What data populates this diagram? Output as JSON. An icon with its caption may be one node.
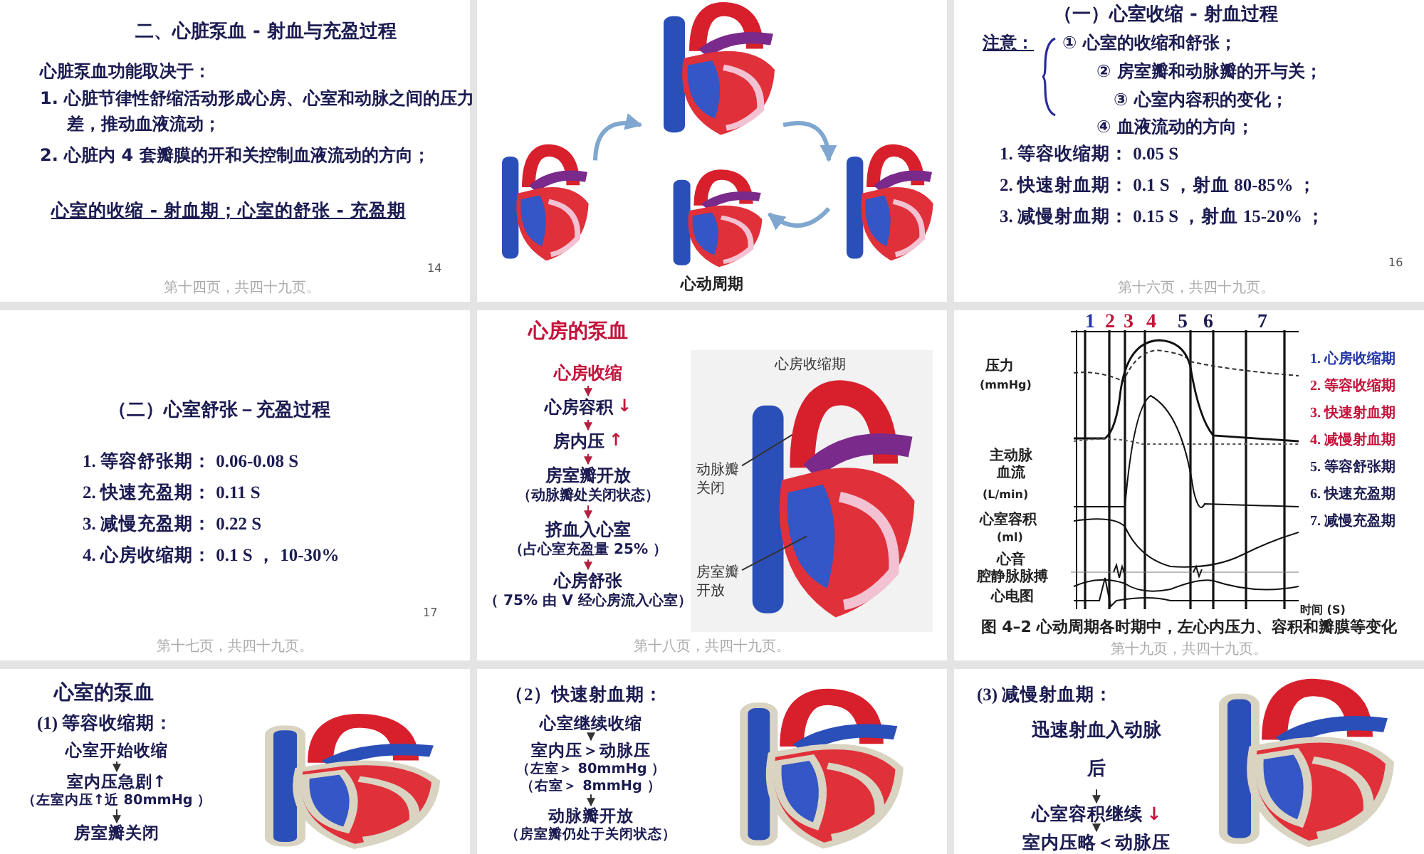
{
  "diagram": {
    "nodes": [
      {
        "text": [
          "二、心脏泵血 - 射血与充盈过程",
          "心脏泵血功能取决于：",
          "1. 心脏节律性**舒缩活动**形成心房、心室和动脉之间的**压力差**，**推动血液**流动；",
          "2. 心脏内 4 套**瓣膜**的开和关**控制**血液流动的**方向**；",
          "心室的收缩 - 射血期；心室的舒张 - 充盈期",
          "14",
          "第十四页，共四十九页。"
        ]
      },
      {
        "text": [
          "心动周期"
        ]
      },
      {
        "text": [],
        "shape": "picture",
        "in": 1
      },
      {
        "text": [],
        "shape": "picture",
        "in": 1
      },
      {
        "text": [],
        "shape": "picture",
        "in": 1
      },
      {
        "text": [],
        "shape": "picture",
        "in": 1
      },
      {
        "text": [
          "（一）心室收缩 - 射血过程",
          "注意：",
          "① 心室的**收缩**和**舒张**；",
          "② 房室瓣和动脉瓣的**开与关**；",
          "③ 心室内**容积**的变化；",
          "④ 血液流动的**方向**；",
          "1. **等容**收缩期： 0.05 S",
          "2. **快速射血**期： 0.1 S ，射血 80-85% ；",
          "3. **减慢射血**期： 0.15 S ，射血 15-20% ；",
          "16",
          "第十六页，共四十九页。"
        ]
      },
      {
        "text": [
          "（二）心室舒张－充盈过程",
          "1. 等容**舒张**期： 0.06-0.08 S",
          "2. **快速充盈**期： 0.11 S",
          "3. **减慢充盈**期： 0.22 S",
          "4. **心房收缩期**： 0.1 S ， 10-30%",
          "17",
          "第十七页，共四十九页。"
        ]
      },
      {
        "text": [
          "心房的泵血",
          "第十八页，共四十九页。"
        ]
      },
      {
        "text": [
          "心房收缩"
        ],
        "in": 8
      },
      {
        "text": [
          "心房容积"
        ],
        "beside": [
          "↓"
        ],
        "in": 8
      },
      {
        "text": [
          "房内压"
        ],
        "beside": [
          "↑"
        ],
        "in": 8
      },
      {
        "text": [
          "房室瓣开放",
          "（动脉瓣处关闭状态）"
        ],
        "in": 8
      },
      {
        "text": [
          "挤血入心室",
          "（占心室充盈量 25% ）"
        ],
        "in": 8
      },
      {
        "text": [
          "心房舒张",
          "（ 75% 由 V 经心房流入心室）"
        ],
        "in": 8
      },
      {
        "text": [
          "心房收缩期"
        ],
        "in": 8
      },
      {
        "text": [
          "动脉瓣关闭"
        ],
        "in": 15
      },
      {
        "text": [
          "房室瓣开放"
        ],
        "in": 15
      },
      {
        "text": [
          "图 4–2 心动周期各时期中，左心内压力、容积和瓣膜等变化",
          "第十九页，共四十九页。"
        ]
      },
      {
        "text": [
          "心室的泵血",
          "(1) **等容收缩期**："
        ]
      },
      {
        "text": [
          "心室开始收缩"
        ],
        "in": 19
      },
      {
        "text": [
          "室内压急剧↑",
          "（左室内压↑近 80mmHg ）"
        ],
        "in": 19
      },
      {
        "text": [
          "房室瓣**关闭**"
        ],
        "in": 19
      },
      {
        "text": [],
        "shape": "picture",
        "in": 19
      },
      {
        "text": [
          "（2）**快速射血期**："
        ]
      },
      {
        "text": [
          "心室继续收缩"
        ],
        "in": 24
      },
      {
        "text": [
          "室内压＞动脉压",
          "（左室＞ 80mmHg ）",
          "（右室＞ 8mmHg ）"
        ],
        "in": 24
      },
      {
        "text": [
          "动脉瓣开放",
          "（房室瓣仍处于关闭状态）"
        ],
        "in": 24
      },
      {
        "text": [],
        "shape": "picture",
        "in": 24
      },
      {
        "text": [
          "(3) **减慢射血期**："
        ]
      },
      {
        "text": [
          "迅速射血入动脉后"
        ],
        "in": 29
      },
      {
        "text": [
          "心室容积继续"
        ],
        "beside": [
          "↓"
        ],
        "in": 29
      },
      {
        "text": [
          "室内压略＜动脉压"
        ],
        "in": 29
      },
      {
        "text": [],
        "shape": "picture",
        "in": 29
      }
    ],
    "edges": [
      {
        "from": 3,
        "to": 2,
        "arrow": "to",
        "style": "thick",
        "color": "#7fa7cf"
      },
      {
        "from": 2,
        "to": 4,
        "arrow": "to",
        "style": "thick",
        "color": "#7fa7cf"
      },
      {
        "from": 4,
        "to": 5,
        "arrow": "to",
        "style": "thick",
        "color": "#7fa7cf"
      },
      {
        "from": 9,
        "to": 10,
        "arrow": "to",
        "color": "#b3203f"
      },
      {
        "from": 10,
        "to": 11,
        "arrow": "to",
        "color": "#b3203f"
      },
      {
        "from": 11,
        "to": 12,
        "arrow": "to",
        "color": "#b3203f"
      },
      {
        "from": 12,
        "to": 13,
        "arrow": "to",
        "color": "#b3203f"
      },
      {
        "from": 13,
        "to": 14,
        "arrow": "to",
        "color": "#b3203f"
      },
      {
        "from": 16,
        "to": null,
        "arrow": "none"
      },
      {
        "from": 17,
        "to": null,
        "arrow": "none"
      },
      {
        "from": 20,
        "to": 21,
        "arrow": "to"
      },
      {
        "from": 21,
        "to": 22,
        "arrow": "to"
      },
      {
        "from": 25,
        "to": 26,
        "arrow": "to"
      },
      {
        "from": 26,
        "to": 27,
        "arrow": "to"
      },
      {
        "from": 30,
        "to": 31,
        "arrow": "to"
      },
      {
        "from": 31,
        "to": 32,
        "arrow": "to"
      }
    ],
    "labels": [
      "1",
      "2",
      "3",
      "4",
      "5",
      "6",
      "7",
      "压力",
      "(mmHg)",
      "主动脉血流",
      "(L/min)",
      "心室容积",
      "(ml)",
      "心音",
      "腔静脉脉搏",
      "心电图",
      "时间 (S)",
      "1. 心房收缩期",
      "2. 等容收缩期",
      "3. 快速射血期",
      "4. 减慢射血期",
      "5. 等容舒张期",
      "6. 快速充盈期",
      "7. 减慢充盈期"
    ]
  }
}
